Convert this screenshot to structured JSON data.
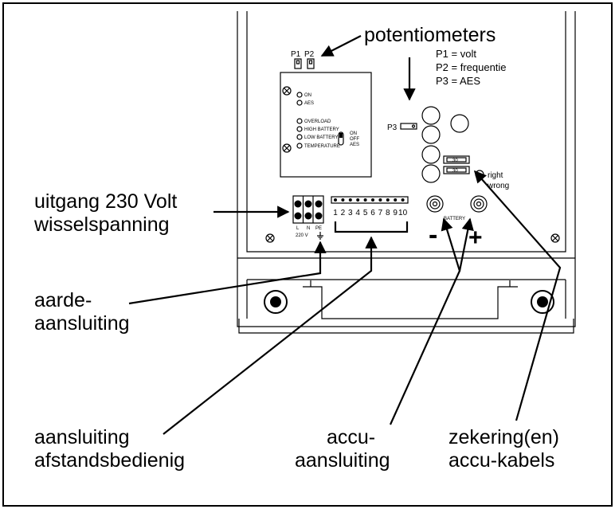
{
  "labels": {
    "potentiometers": "potentiometers",
    "p1_legend": "P1 = volt",
    "p2_legend": "P2 = frequentie",
    "p3_legend": "P3 = AES",
    "p1": "P1",
    "p2": "P2",
    "p3": "P3",
    "output_line1": "uitgang 230 Volt",
    "output_line2": "wisselspanning",
    "earth_line1": "aarde-",
    "earth_line2": "aansluiting",
    "remote_line1": "aansluiting",
    "remote_line2": "afstandsbedienig",
    "battery_line1": "accu-",
    "battery_line2": "aansluiting",
    "fuse_line1": "zekering(en)",
    "fuse_line2": "accu-kabels"
  },
  "panel": {
    "led_on": "ON",
    "led_aes": "AES",
    "led_overload": "OVERLOAD",
    "led_high": "HIGH  BATTERY",
    "led_low": "LOW  BATTERY",
    "led_temp": "TEMPERATURE",
    "switch_on": "ON",
    "switch_off": "OFF",
    "switch_aes": "AES",
    "terminal_numbers": [
      "1",
      "2",
      "3",
      "4",
      "5",
      "6",
      "7",
      "8",
      "9",
      "10"
    ],
    "terminal_l": "L",
    "terminal_n": "N",
    "terminal_pe": "PE",
    "terminal_voltage": "220 V",
    "battery": "BATTERY",
    "minus": "-",
    "plus": "+",
    "fuse1": "30",
    "fuse2": "30",
    "right": "right",
    "wrong": "wrong"
  }
}
